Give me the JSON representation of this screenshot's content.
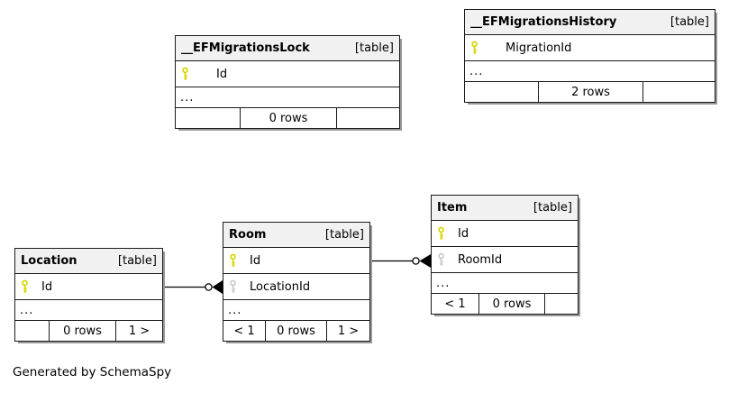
{
  "page": {
    "footer_note": "Generated by SchemaSpy"
  },
  "colors": {
    "header_bg": "#f1f1f1",
    "border": "#1a1a1a",
    "primary_key": "#d6d600",
    "foreign_key": "#c9c9c9",
    "shadow": "#999999",
    "edge": "#000000"
  },
  "tables": [
    {
      "name": "__EFMigrationsLock",
      "type_label": "[table]",
      "columns": [
        {
          "name": "Id",
          "key": "primary-key"
        }
      ],
      "more_columns": "...",
      "footer": {
        "left": "",
        "center": "0 rows",
        "right": ""
      }
    },
    {
      "name": "__EFMigrationsHistory",
      "type_label": "[table]",
      "columns": [
        {
          "name": "MigrationId",
          "key": "primary-key"
        }
      ],
      "more_columns": "...",
      "footer": {
        "left": "",
        "center": "2 rows",
        "right": ""
      }
    },
    {
      "name": "Location",
      "type_label": "[table]",
      "columns": [
        {
          "name": "Id",
          "key": "primary-key"
        }
      ],
      "more_columns": "...",
      "footer": {
        "left": "",
        "center": "0 rows",
        "right": "1 >"
      }
    },
    {
      "name": "Room",
      "type_label": "[table]",
      "columns": [
        {
          "name": "Id",
          "key": "primary-key"
        },
        {
          "name": "LocationId",
          "key": "foreign-key"
        }
      ],
      "more_columns": "...",
      "footer": {
        "left": "< 1",
        "center": "0 rows",
        "right": "1 >"
      }
    },
    {
      "name": "Item",
      "type_label": "[table]",
      "columns": [
        {
          "name": "Id",
          "key": "primary-key"
        },
        {
          "name": "RoomId",
          "key": "foreign-key"
        }
      ],
      "more_columns": "...",
      "footer": {
        "left": "< 1",
        "center": "0 rows",
        "right": ""
      }
    }
  ],
  "relationships": [
    {
      "from_table": "Location",
      "from_column": "Id",
      "to_table": "Room",
      "to_column": "LocationId"
    },
    {
      "from_table": "Room",
      "from_column": "Id",
      "to_table": "Item",
      "to_column": "RoomId"
    }
  ]
}
